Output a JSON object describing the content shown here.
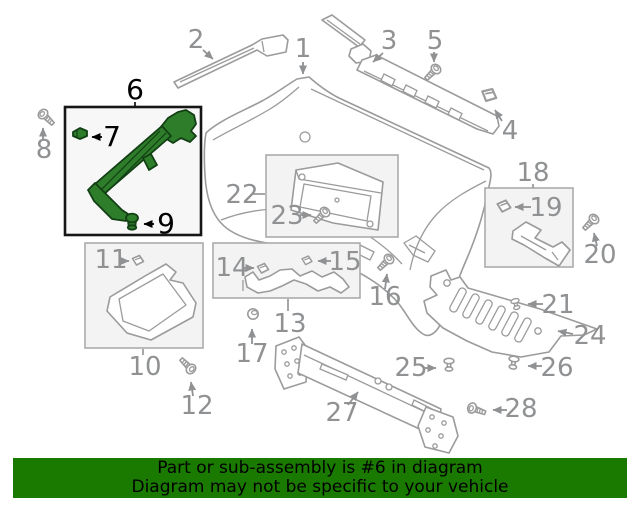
{
  "css_vars": {
    "banner-bg": "#1a7a00",
    "banner-text": "#000000",
    "line-gray": "#9b9b9b",
    "label-gray": "#8f9193",
    "part-green": "#2e7d2b",
    "part-green-dark": "#123f14",
    "box-bg": "#f3f3f3",
    "box-border": "#ababab",
    "hl-box-bg": "#f7f7f7",
    "hl-box-border": "#161616"
  },
  "diagram": {
    "highlighted_part": "6",
    "labels": {
      "n1": "1",
      "n2": "2",
      "n3": "3",
      "n4": "4",
      "n5": "5",
      "n6": "6",
      "n7": "7",
      "n8": "8",
      "n9": "9",
      "n10": "10",
      "n11": "11",
      "n12": "12",
      "n13": "13",
      "n14": "14",
      "n15": "15",
      "n16": "16",
      "n17": "17",
      "n18": "18",
      "n19": "19",
      "n20": "20",
      "n21": "21",
      "n22": "22",
      "n23": "23",
      "n24": "24",
      "n25": "25",
      "n26": "26",
      "n27": "27",
      "n28": "28"
    }
  },
  "banner": {
    "line1": "Part or sub-assembly is #6 in diagram",
    "line2": "Diagram may not be specific to your vehicle"
  }
}
